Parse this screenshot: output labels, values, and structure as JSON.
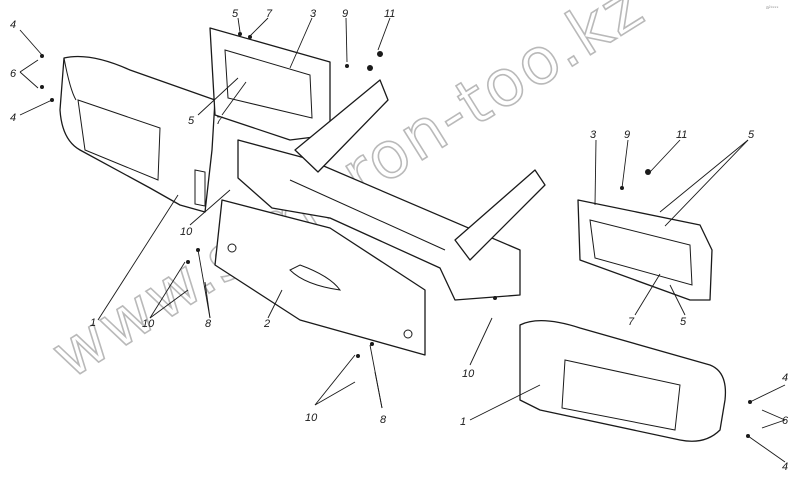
{
  "watermark": "www.simhron-too.kz",
  "corner_mark": "a²¹⁹⁹⁹",
  "part_labels": {
    "front_bumper_left": "1",
    "front_bumper_right": "1",
    "center_panel": "2",
    "side_panel_left": "3",
    "side_panel_right": "3",
    "screw_4": "4",
    "screw_5": "5",
    "washer_6": "6",
    "nut_7": "7",
    "bolt_8": "8",
    "washer_9": "9",
    "bolt_10": "10",
    "nut_11": "11"
  },
  "callouts": [
    {
      "key": "screw_4"
    },
    {
      "key": "washer_6"
    },
    {
      "key": "screw_4"
    },
    {
      "key": "screw_5"
    },
    {
      "key": "nut_7"
    },
    {
      "key": "side_panel_left"
    },
    {
      "key": "washer_9"
    },
    {
      "key": "nut_11"
    },
    {
      "key": "screw_5"
    },
    {
      "key": "nut_7"
    },
    {
      "key": "bolt_10"
    },
    {
      "key": "front_bumper_left"
    },
    {
      "key": "bolt_10"
    },
    {
      "key": "bolt_8"
    },
    {
      "key": "center_panel"
    },
    {
      "key": "bolt_10"
    },
    {
      "key": "bolt_8"
    },
    {
      "key": "bolt_10"
    },
    {
      "key": "side_panel_right"
    },
    {
      "key": "washer_9"
    },
    {
      "key": "nut_11"
    },
    {
      "key": "screw_5"
    },
    {
      "key": "nut_7"
    },
    {
      "key": "screw_5"
    },
    {
      "key": "front_bumper_right"
    },
    {
      "key": "screw_4"
    },
    {
      "key": "washer_6"
    },
    {
      "key": "screw_4"
    }
  ]
}
